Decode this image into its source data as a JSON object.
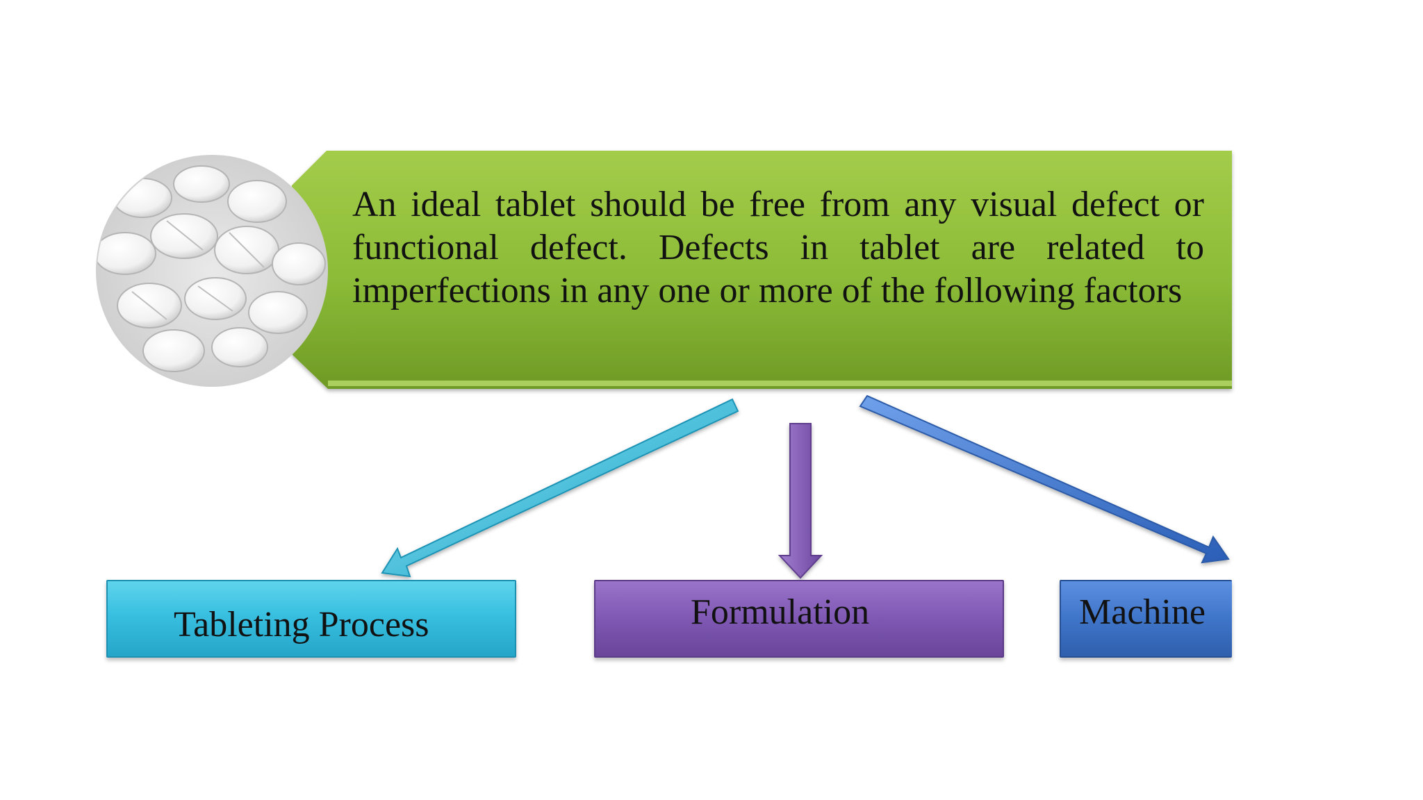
{
  "main": {
    "statement": "An ideal tablet should be free from any visual defect or functional defect. Defects in tablet are related to imperfections in any one or more of the following factors"
  },
  "factors": [
    {
      "label": "Tableting Process",
      "color": "#38bfe0"
    },
    {
      "label": "Formulation",
      "color": "#7e58b3"
    },
    {
      "label": "Machine",
      "color": "#3f75c9"
    }
  ],
  "colors": {
    "banner": "#8dbb3c",
    "arrow_process": "#3cc3e3",
    "arrow_formulation": "#8a62be",
    "arrow_machine": "#3f7fd6"
  },
  "image": {
    "subject": "white-tablets-photo"
  }
}
